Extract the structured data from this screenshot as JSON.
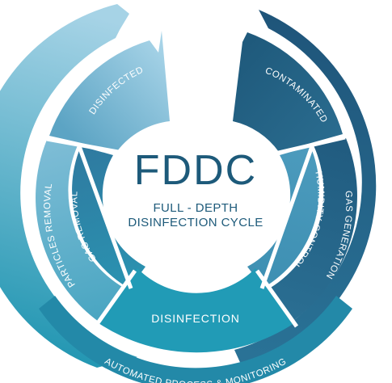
{
  "center": {
    "title": "FDDC",
    "subtitle_line1": "FULL - DEPTH",
    "subtitle_line2": "DISINFECTION CYCLE"
  },
  "segments": {
    "disinfected": "DISINFECTED",
    "contaminated": "CONTAMINATED",
    "humidity_control": "HUMIDITY CONTROL",
    "gas_generation": "GAS GENERATION",
    "disinfection": "DISINFECTION",
    "gas_removal": "GAS REMOVAL",
    "particles_removal": "PARTICLES REMOVAL",
    "automated": "AUTOMATED PROCESS & MONITORING"
  },
  "colors": {
    "dark_navy": "#1f5a7c",
    "navy": "#266b8e",
    "teal": "#2a97b3",
    "mid_blue": "#3a89a9",
    "light_blue": "#7cbcd6",
    "pale_blue": "#9ccde2",
    "title": "#1d5a7a"
  }
}
